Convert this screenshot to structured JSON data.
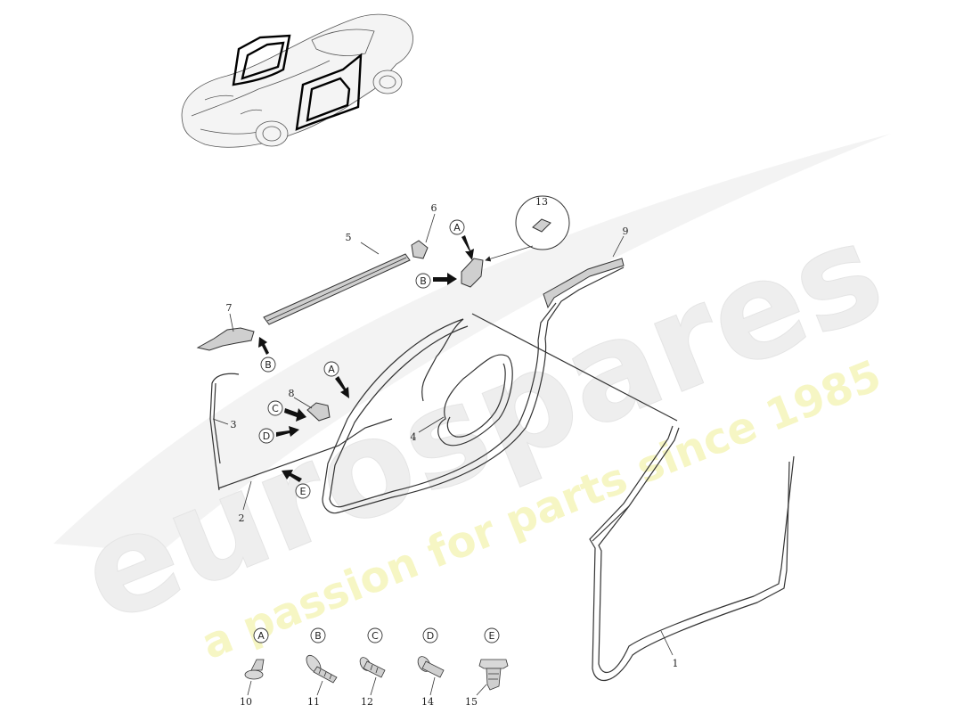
{
  "watermark": {
    "brand": "eurospares",
    "tagline": "a passion for parts since 1985",
    "brand_color": "#eeeeee",
    "tagline_color": "#f7f7c0"
  },
  "callouts": [
    "1",
    "2",
    "3",
    "4",
    "5",
    "6",
    "7",
    "8",
    "9",
    "13"
  ],
  "clip_letters": {
    "a_top": "A",
    "b_top": "B",
    "a_mid": "A",
    "b_left": "B",
    "c_mid": "C",
    "d_mid": "D",
    "e_mid": "E"
  },
  "fasteners": [
    {
      "letter": "A",
      "number": "10"
    },
    {
      "letter": "B",
      "number": "11"
    },
    {
      "letter": "C",
      "number": "12"
    },
    {
      "letter": "D",
      "number": "14"
    },
    {
      "letter": "E",
      "number": "15"
    }
  ]
}
